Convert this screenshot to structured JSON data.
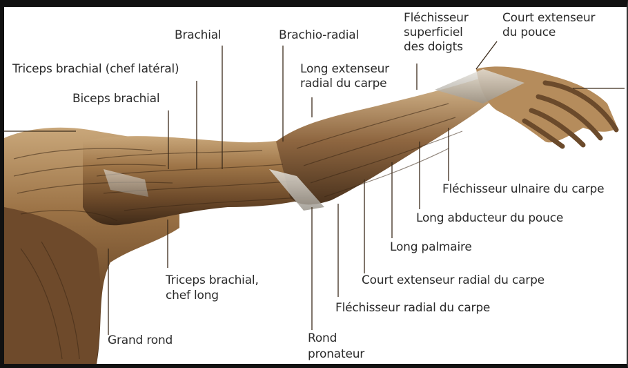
{
  "labels": {
    "brachial": "Brachial",
    "brachio_radial": "Brachio-radial",
    "flechisseur_sup_1": "Fléchisseur",
    "flechisseur_sup_2": "superficiel",
    "flechisseur_sup_3": "des doigts",
    "court_ext_pouce_1": "Court extenseur",
    "court_ext_pouce_2": "du pouce",
    "triceps_lateral": "Triceps brachial (chef latéral)",
    "long_ext_radial_1": "Long extenseur",
    "long_ext_radial_2": "radial du carpe",
    "biceps": "Biceps brachial",
    "flechisseur_ulnaire": "Fléchisseur ulnaire du carpe",
    "long_abducteur": "Long abducteur du pouce",
    "long_palmaire": "Long palmaire",
    "court_ext_radial": "Court extenseur radial du carpe",
    "triceps_long_1": "Triceps brachial,",
    "triceps_long_2": "chef long",
    "flechisseur_radial": "Fléchisseur radial du carpe",
    "grand_rond": "Grand rond",
    "rond_pronateur_1": "Rond",
    "rond_pronateur_2": "pronateur"
  }
}
